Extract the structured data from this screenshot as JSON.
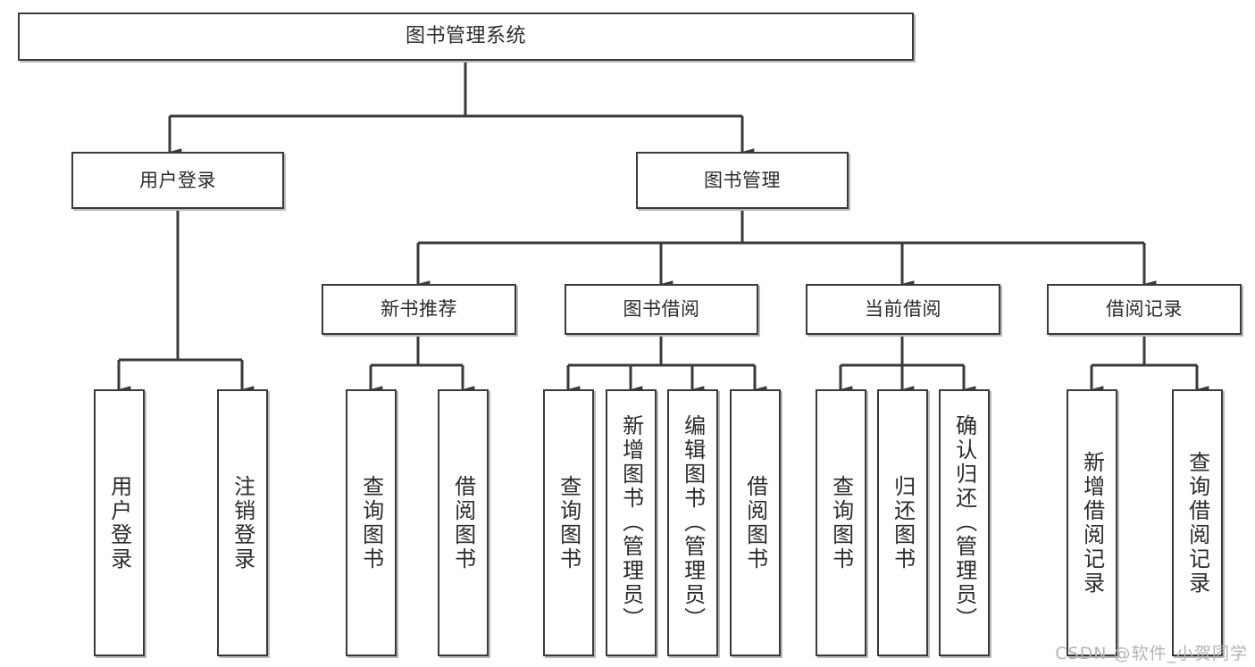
{
  "diagram": {
    "title": "图书管理系统",
    "type": "tree-hierarchy-chart",
    "line_color": "#3a3a3a",
    "box_fill": "#ffffff",
    "text_color": "#2b2b2b",
    "watermark": "CSDN @软件_小贺同学"
  },
  "nodes": {
    "root": {
      "label": "图书管理系统"
    },
    "level1": [
      {
        "label": "用户登录"
      },
      {
        "label": "图书管理"
      }
    ],
    "level2": [
      {
        "label": "新书推荐"
      },
      {
        "label": "图书借阅"
      },
      {
        "label": "当前借阅"
      },
      {
        "label": "借阅记录"
      }
    ],
    "leaves": {
      "user_login": [
        {
          "label": "用户登录"
        },
        {
          "label": "注销登录"
        }
      ],
      "new_book": [
        {
          "label": "查询图书"
        },
        {
          "label": "借阅图书"
        }
      ],
      "book_borrow": [
        {
          "label": "查询图书"
        },
        {
          "label": "新增图书（管理员）"
        },
        {
          "label": "编辑图书（管理员）"
        },
        {
          "label": "借阅图书"
        }
      ],
      "current_borrow": [
        {
          "label": "查询图书"
        },
        {
          "label": "归还图书"
        },
        {
          "label": "确认归还（管理员）"
        }
      ],
      "borrow_record": [
        {
          "label": "新增借阅记录"
        },
        {
          "label": "查询借阅记录"
        }
      ]
    }
  }
}
